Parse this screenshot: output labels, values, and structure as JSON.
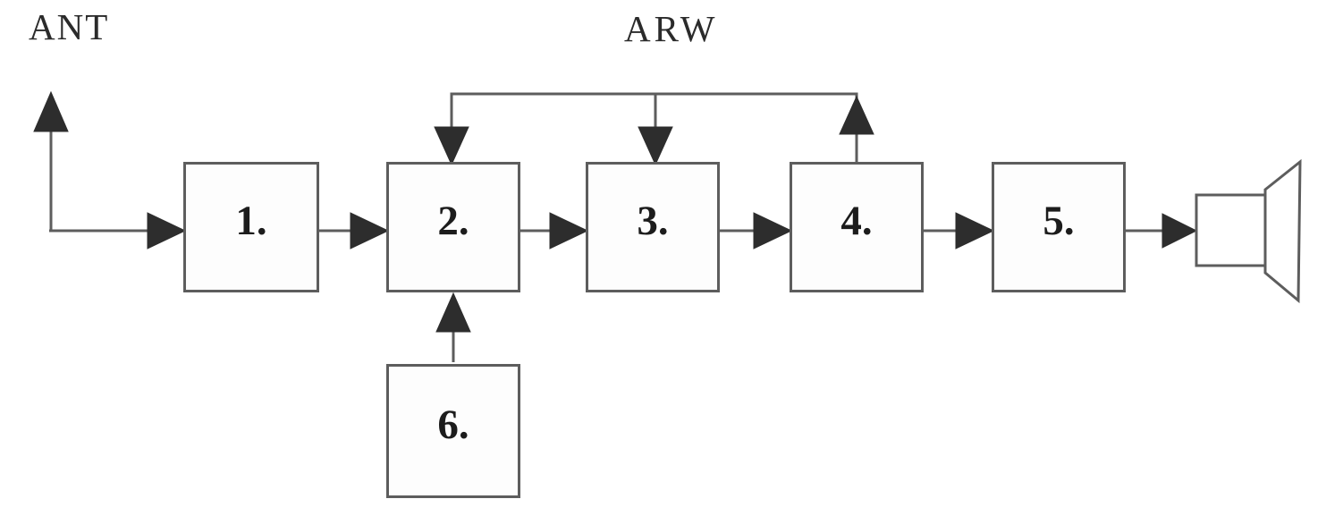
{
  "diagram": {
    "type": "block-diagram",
    "description": "Radio receiver signal chain with automatic gain control feedback",
    "labels": {
      "antenna": "ANT",
      "arw": "ARW"
    },
    "blocks": [
      {
        "id": "1",
        "label": "1."
      },
      {
        "id": "2",
        "label": "2."
      },
      {
        "id": "3",
        "label": "3."
      },
      {
        "id": "4",
        "label": "4."
      },
      {
        "id": "5",
        "label": "5."
      },
      {
        "id": "6",
        "label": "6."
      }
    ],
    "icons": [
      {
        "name": "antenna-icon",
        "meaning": "antenna input (ANT)"
      },
      {
        "name": "speaker-icon",
        "meaning": "loudspeaker output"
      }
    ],
    "connections": [
      {
        "from": "antenna",
        "to": "1",
        "arrow": "right"
      },
      {
        "from": "1",
        "to": "2",
        "arrow": "right"
      },
      {
        "from": "2",
        "to": "3",
        "arrow": "right"
      },
      {
        "from": "3",
        "to": "4",
        "arrow": "right"
      },
      {
        "from": "4",
        "to": "5",
        "arrow": "right"
      },
      {
        "from": "5",
        "to": "speaker",
        "arrow": "right"
      },
      {
        "from": "6",
        "to": "2",
        "arrow": "up"
      },
      {
        "from": "4",
        "to": "arw-bus",
        "arrow": "up"
      },
      {
        "from": "arw-bus",
        "to": "2",
        "arrow": "down"
      },
      {
        "from": "arw-bus",
        "to": "3",
        "arrow": "down"
      }
    ],
    "colors": {
      "background": "#ffffff",
      "wire": "#5d5d5d",
      "arrowhead": "#2d2d2d",
      "block_border": "#5d5d5d",
      "text": "#1c1c1c"
    }
  }
}
